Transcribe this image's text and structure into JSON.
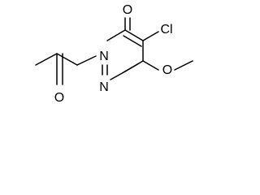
{
  "molecule": {
    "atoms": {
      "o_carbonyl": "O",
      "cl": "Cl",
      "n2": "N",
      "n1": "N",
      "o_methoxy": "O",
      "o_ketone": "O"
    }
  }
}
